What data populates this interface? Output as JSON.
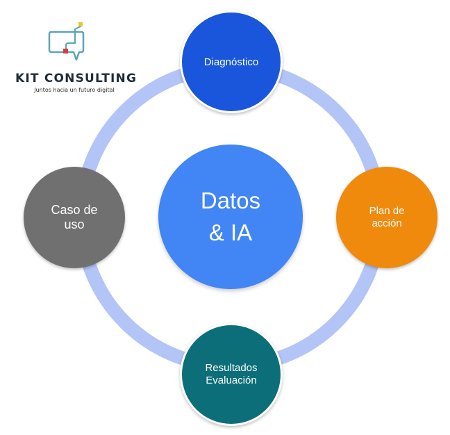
{
  "logo": {
    "title": "KIT CONSULTING",
    "subtitle": "Juntos hacia un futuro digital",
    "colors": {
      "outline": "#5aa4b8",
      "accent_square": "#f2c230",
      "marker": "#d93a3a"
    }
  },
  "diagram": {
    "ring_color": "#b3c4f7",
    "center": {
      "label": "Datos\n& IA",
      "color": "#4285f4"
    },
    "nodes": {
      "top": {
        "label": "Diagnóstico",
        "color": "#1a56db"
      },
      "right": {
        "label": "Plan de\nacción",
        "color": "#ef8a0c"
      },
      "bottom": {
        "label": "Resultados\nEvaluación",
        "color": "#0c6e78"
      },
      "left": {
        "label": "Caso de\nuso",
        "color": "#707070"
      }
    }
  }
}
